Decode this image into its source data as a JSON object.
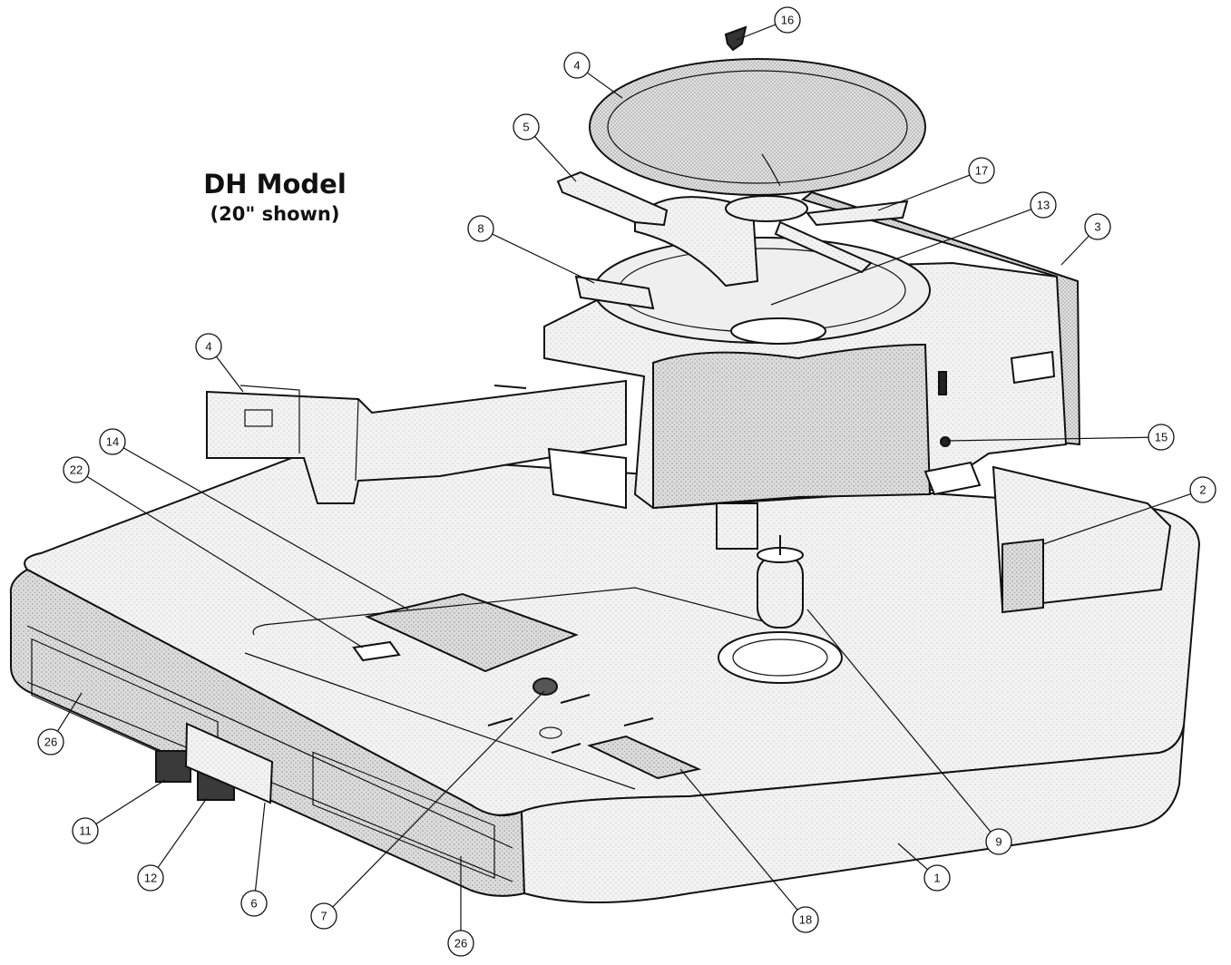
{
  "title": {
    "model": "DH Model",
    "size_note": "(20\" shown)"
  },
  "callouts": [
    {
      "id": "c16",
      "label": "16"
    },
    {
      "id": "c4a",
      "label": "4"
    },
    {
      "id": "c5",
      "label": "5"
    },
    {
      "id": "c17",
      "label": "17"
    },
    {
      "id": "c13",
      "label": "13"
    },
    {
      "id": "c3",
      "label": "3"
    },
    {
      "id": "c8",
      "label": "8"
    },
    {
      "id": "c4b",
      "label": "4"
    },
    {
      "id": "c14",
      "label": "14"
    },
    {
      "id": "c22",
      "label": "22"
    },
    {
      "id": "c15",
      "label": "15"
    },
    {
      "id": "c2",
      "label": "2"
    },
    {
      "id": "c26a",
      "label": "26"
    },
    {
      "id": "c11",
      "label": "11"
    },
    {
      "id": "c12",
      "label": "12"
    },
    {
      "id": "c6",
      "label": "6"
    },
    {
      "id": "c7",
      "label": "7"
    },
    {
      "id": "c26b",
      "label": "26"
    },
    {
      "id": "c18",
      "label": "18"
    },
    {
      "id": "c9",
      "label": "9"
    },
    {
      "id": "c1",
      "label": "1"
    }
  ]
}
